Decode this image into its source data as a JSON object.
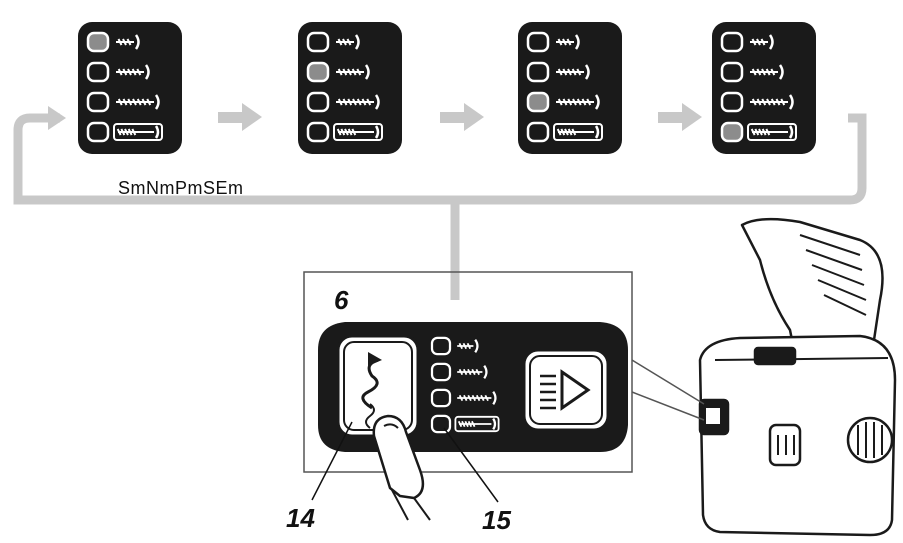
{
  "sequence": {
    "label": "SmNmPmSEm",
    "steps": [
      {
        "active_mode": 1
      },
      {
        "active_mode": 2
      },
      {
        "active_mode": 3
      },
      {
        "active_mode": 4
      }
    ]
  },
  "callouts": {
    "panel_number": "6",
    "button_number": "14",
    "lamp_number": "15"
  },
  "colors": {
    "flow_arrow": "#c8c8c8",
    "panel_dark": "#1a1a1a",
    "lamp_active": "#8c8c8c"
  },
  "icons": [
    "mode-button-icon",
    "light-button-icon",
    "screw-icon",
    "finger-icon",
    "drill-icon"
  ]
}
